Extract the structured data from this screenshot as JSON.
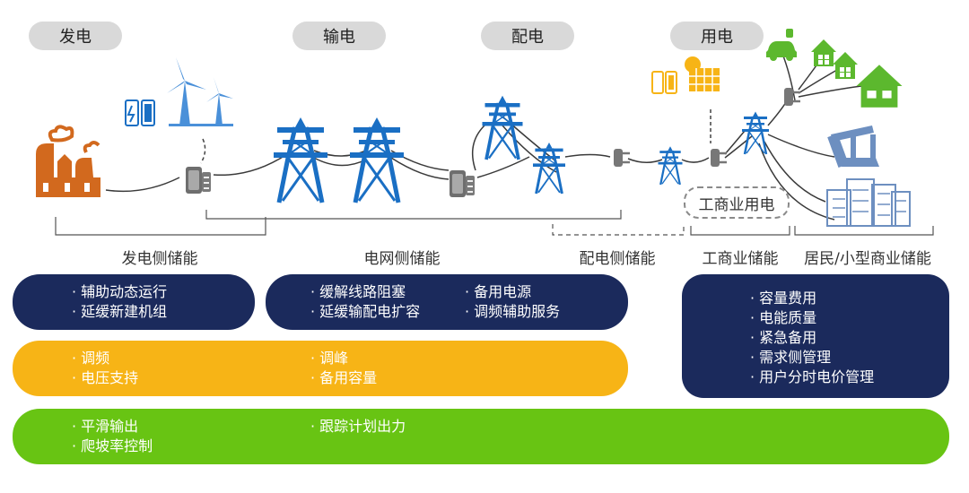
{
  "stages": {
    "generation": "发电",
    "transmission": "输电",
    "distribution": "配电",
    "consumption": "用电"
  },
  "ci_consumption_label": "工商业用电",
  "segments": {
    "generation_side": "发电侧储能",
    "grid_side": "电网侧储能",
    "distribution_side": "配电侧储能",
    "ci_storage": "工商业储能",
    "residential_storage": "居民/小型商业储能"
  },
  "bars": {
    "navy_left": [
      "· 辅助动态运行",
      "· 延缓新建机组"
    ],
    "navy_mid_a": [
      "· 缓解线路阻塞",
      "· 延缓输配电扩容"
    ],
    "navy_mid_b": [
      "· 备用电源",
      "· 调频辅助服务"
    ],
    "navy_right": [
      "· 容量费用",
      "· 电能质量",
      "· 紧急备用",
      "· 需求侧管理",
      "· 用户分时电价管理"
    ],
    "gold_a": [
      "· 调频",
      "· 电压支持"
    ],
    "gold_b": [
      "· 调峰",
      "· 备用容量"
    ],
    "green_a": [
      "· 平滑输出",
      "· 爬坡率控制"
    ],
    "green_b": [
      "· 跟踪计划出力"
    ]
  },
  "colors": {
    "navy": "#1b2a5c",
    "gold": "#f7b416",
    "green": "#68c413",
    "tower_blue": "#1a6fc4",
    "factory_orange": "#d2691e",
    "house_green": "#5cb82e"
  },
  "icons": [
    "factory-icon",
    "battery-icon",
    "wind-turbine-icon",
    "storage-unit-icon",
    "transmission-tower-icon",
    "plug-icon",
    "solar-panel-icon",
    "electric-car-icon",
    "house-icon",
    "oil-pump-icon",
    "office-building-icon"
  ]
}
